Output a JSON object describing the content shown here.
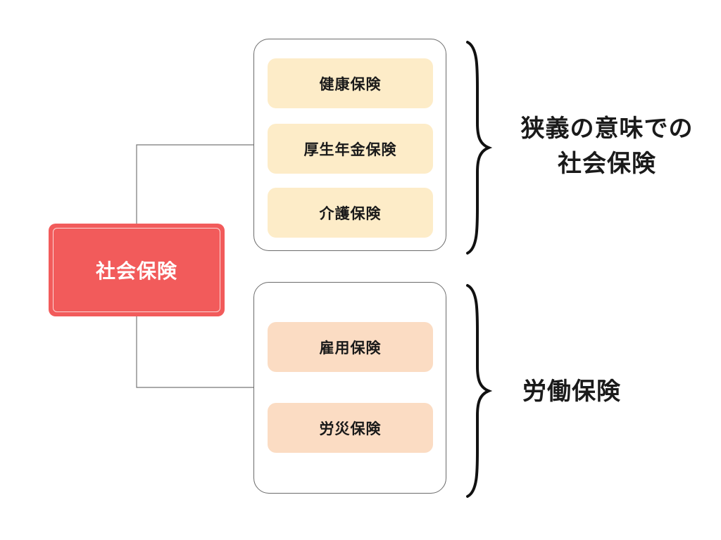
{
  "root": {
    "label": "社会保険"
  },
  "groups": [
    {
      "items": [
        {
          "label": "健康保険"
        },
        {
          "label": "厚生年金保険"
        },
        {
          "label": "介護保険"
        }
      ],
      "brace_label_lines": [
        "狭義の意味での",
        "社会保険"
      ]
    },
    {
      "items": [
        {
          "label": "雇用保険"
        },
        {
          "label": "労災保険"
        }
      ],
      "brace_label_lines": [
        "労働保険"
      ]
    }
  ],
  "colors": {
    "root_fill": "#f25b5b",
    "narrow_item_fill": "#fdecc8",
    "labor_item_fill": "#fbdcc3",
    "connector": "#777777",
    "brace": "#111111"
  }
}
